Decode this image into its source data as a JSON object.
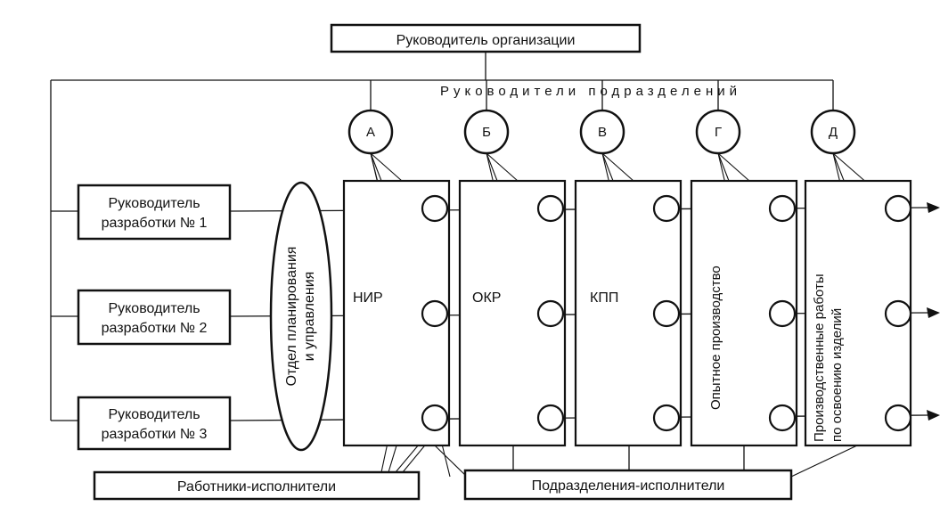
{
  "head": {
    "label": "Руководитель организации"
  },
  "unit_heads": {
    "label": "Руководители подразделений",
    "circles": [
      "А",
      "Б",
      "В",
      "Г",
      "Д"
    ]
  },
  "dev_managers": [
    {
      "line1": "Руководитель",
      "line2": "разработки № 1"
    },
    {
      "line1": "Руководитель",
      "line2": "разработки № 2"
    },
    {
      "line1": "Руководитель",
      "line2": "разработки № 3"
    }
  ],
  "planning_dept": {
    "line1": "Отдел планирования",
    "line2": "и управления"
  },
  "departments": [
    {
      "lines": [
        "НИР"
      ]
    },
    {
      "lines": [
        "ОКР"
      ]
    },
    {
      "lines": [
        "КПП"
      ]
    },
    {
      "lines": [
        "Опытное производство"
      ]
    },
    {
      "lines": [
        "Производственные работы",
        "по освоению изделий"
      ]
    }
  ],
  "workers": {
    "label": "Работники-исполнители"
  },
  "subdivisions": {
    "label": "Подразделения-исполнители"
  }
}
